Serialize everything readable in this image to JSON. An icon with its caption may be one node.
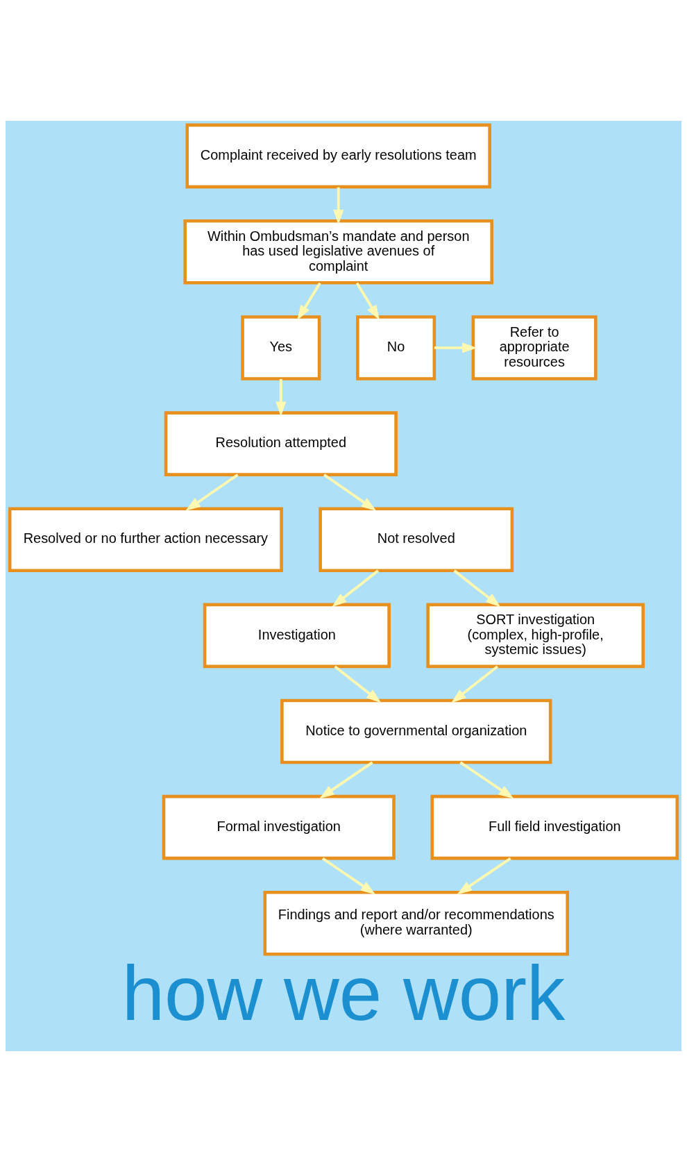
{
  "diagram": {
    "title": "how we work",
    "nodes": [
      {
        "text": [
          "Complaint received by early resolutions team"
        ]
      },
      {
        "text": [
          "Within Ombudsman’s mandate and person has used legislative avenues of complaint"
        ]
      },
      {
        "text": [
          "Yes"
        ]
      },
      {
        "text": [
          "No"
        ]
      },
      {
        "text": [
          "Refer to appropriate resources"
        ]
      },
      {
        "text": [
          "Resolution attempted"
        ]
      },
      {
        "text": [
          "Resolved or no further action necessary"
        ]
      },
      {
        "text": [
          "Not resolved"
        ]
      },
      {
        "text": [
          "Investigation"
        ]
      },
      {
        "text": [
          "SORT investigation (complex, high-profile, systemic issues)"
        ]
      },
      {
        "text": [
          "Notice to governmental organization"
        ]
      },
      {
        "text": [
          "Formal investigation"
        ]
      },
      {
        "text": [
          "Full field investigation"
        ]
      },
      {
        "text": [
          "Findings and report and/or recommendations (where warranted)"
        ]
      }
    ],
    "edges": [
      {
        "from": 0,
        "to": 1,
        "arrow": "to"
      },
      {
        "from": 1,
        "to": 2,
        "arrow": "to"
      },
      {
        "from": 1,
        "to": 3,
        "arrow": "to"
      },
      {
        "from": 3,
        "to": 4,
        "arrow": "to"
      },
      {
        "from": 2,
        "to": 5,
        "arrow": "to"
      },
      {
        "from": 5,
        "to": 6,
        "arrow": "to"
      },
      {
        "from": 5,
        "to": 7,
        "arrow": "to"
      },
      {
        "from": 7,
        "to": 8,
        "arrow": "to"
      },
      {
        "from": 7,
        "to": 9,
        "arrow": "to"
      },
      {
        "from": 8,
        "to": 10,
        "arrow": "to"
      },
      {
        "from": 9,
        "to": 10,
        "arrow": "to"
      },
      {
        "from": 10,
        "to": 11,
        "arrow": "to"
      },
      {
        "from": 10,
        "to": 12,
        "arrow": "to"
      },
      {
        "from": 11,
        "to": 13,
        "arrow": "to"
      },
      {
        "from": 12,
        "to": 13,
        "arrow": "to"
      }
    ]
  }
}
